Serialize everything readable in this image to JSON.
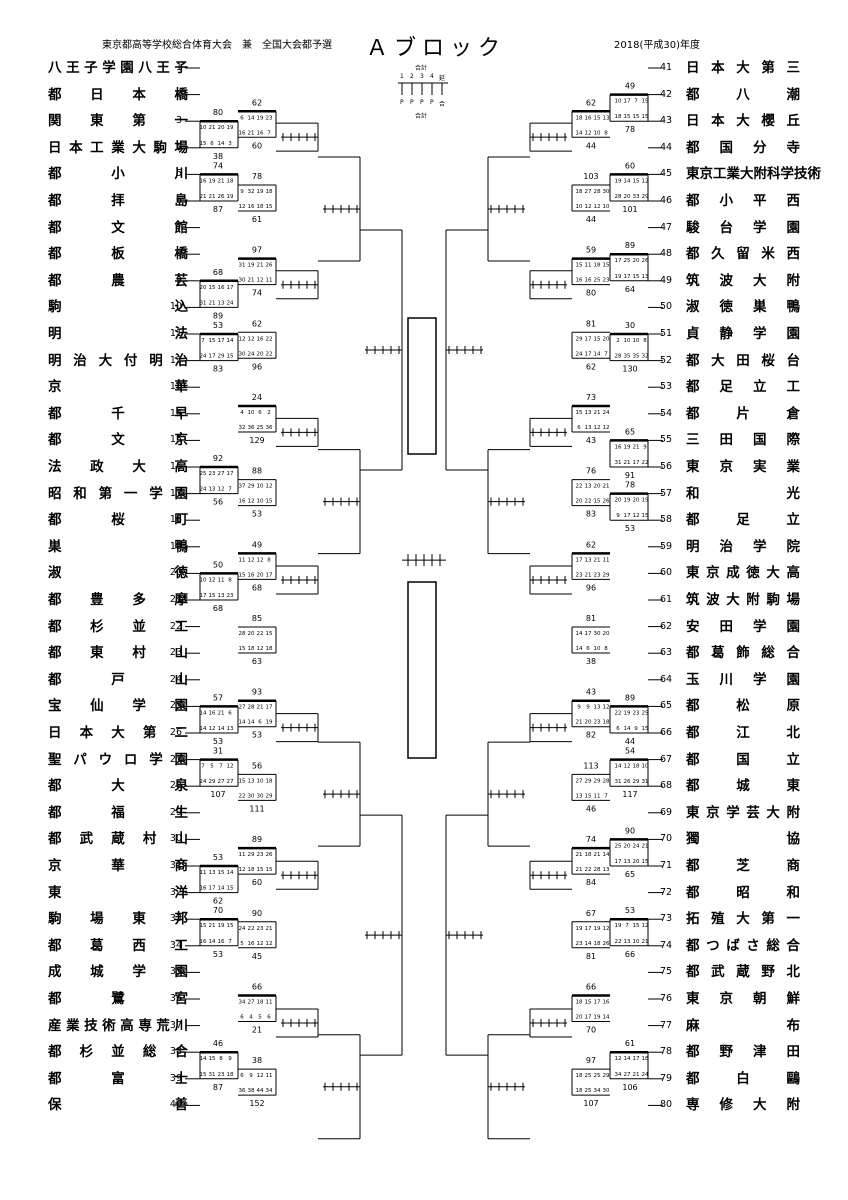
{
  "header": {
    "competition": "東京都高等学校総合体育大会　兼　全国大会都予選",
    "block_title": "Ａブロック",
    "season": "2018(平成30)年度"
  },
  "legend": {
    "numbers": [
      "1",
      "2",
      "3",
      "4",
      "延"
    ],
    "labels": [
      "P",
      "P",
      "P",
      "P",
      "合"
    ],
    "total_top": "合計",
    "total_bottom": "合計"
  },
  "left_teams": [
    {
      "seed": "1",
      "name": "八王子学園八王子"
    },
    {
      "seed": "2",
      "name": "都日本橋"
    },
    {
      "seed": "3",
      "name": "関東第一"
    },
    {
      "seed": "4",
      "name": "日本工業大駒場"
    },
    {
      "seed": "5",
      "name": "都小川"
    },
    {
      "seed": "6",
      "name": "都拝島"
    },
    {
      "seed": "7",
      "name": "都文館"
    },
    {
      "seed": "8",
      "name": "都板橋"
    },
    {
      "seed": "9",
      "name": "都農芸"
    },
    {
      "seed": "10",
      "name": "駒込"
    },
    {
      "seed": "11",
      "name": "明法"
    },
    {
      "seed": "12",
      "name": "明治大付明治"
    },
    {
      "seed": "13",
      "name": "京華"
    },
    {
      "seed": "14",
      "name": "都千早"
    },
    {
      "seed": "15",
      "name": "都文京"
    },
    {
      "seed": "16",
      "name": "法政大高"
    },
    {
      "seed": "17",
      "name": "昭和第一学園"
    },
    {
      "seed": "18",
      "name": "都桜町"
    },
    {
      "seed": "19",
      "name": "巣鴨"
    },
    {
      "seed": "20",
      "name": "淑徳"
    },
    {
      "seed": "21",
      "name": "都豊多摩"
    },
    {
      "seed": "22",
      "name": "都杉並工"
    },
    {
      "seed": "23",
      "name": "都東村山"
    },
    {
      "seed": "24",
      "name": "都戸山"
    },
    {
      "seed": "25",
      "name": "宝仙学園"
    },
    {
      "seed": "26",
      "name": "日本大第二"
    },
    {
      "seed": "27",
      "name": "聖パウロ学園"
    },
    {
      "seed": "28",
      "name": "都大泉"
    },
    {
      "seed": "29",
      "name": "都福生"
    },
    {
      "seed": "30",
      "name": "都武蔵村山"
    },
    {
      "seed": "31",
      "name": "京華商"
    },
    {
      "seed": "32",
      "name": "東洋"
    },
    {
      "seed": "33",
      "name": "駒場東邦"
    },
    {
      "seed": "34",
      "name": "都葛西工"
    },
    {
      "seed": "35",
      "name": "成城学園"
    },
    {
      "seed": "36",
      "name": "都鷺宮"
    },
    {
      "seed": "37",
      "name": "産業技術高専荒川"
    },
    {
      "seed": "38",
      "name": "都杉並総合"
    },
    {
      "seed": "39",
      "name": "都富士"
    },
    {
      "seed": "40",
      "name": "保善"
    }
  ],
  "right_teams": [
    {
      "seed": "41",
      "name": "日本大第三"
    },
    {
      "seed": "42",
      "name": "都八潮"
    },
    {
      "seed": "43",
      "name": "日本大櫻丘"
    },
    {
      "seed": "44",
      "name": "都国分寺"
    },
    {
      "seed": "45",
      "name": "東京工業大附科学技術"
    },
    {
      "seed": "46",
      "name": "都小平西"
    },
    {
      "seed": "47",
      "name": "駿台学園"
    },
    {
      "seed": "48",
      "name": "都久留米西"
    },
    {
      "seed": "49",
      "name": "筑波大附"
    },
    {
      "seed": "50",
      "name": "淑徳巣鴨"
    },
    {
      "seed": "51",
      "name": "貞静学園"
    },
    {
      "seed": "52",
      "name": "都大田桜台"
    },
    {
      "seed": "53",
      "name": "都足立工"
    },
    {
      "seed": "54",
      "name": "都片倉"
    },
    {
      "seed": "55",
      "name": "三田国際"
    },
    {
      "seed": "56",
      "name": "東京実業"
    },
    {
      "seed": "57",
      "name": "和光"
    },
    {
      "seed": "58",
      "name": "都足立"
    },
    {
      "seed": "59",
      "name": "明治学院"
    },
    {
      "seed": "60",
      "name": "東京成徳大高"
    },
    {
      "seed": "61",
      "name": "筑波大附駒場"
    },
    {
      "seed": "62",
      "name": "安田学園"
    },
    {
      "seed": "63",
      "name": "都葛飾総合"
    },
    {
      "seed": "64",
      "name": "玉川学園"
    },
    {
      "seed": "65",
      "name": "都松原"
    },
    {
      "seed": "66",
      "name": "都江北"
    },
    {
      "seed": "67",
      "name": "都国立"
    },
    {
      "seed": "68",
      "name": "都城東"
    },
    {
      "seed": "69",
      "name": "東京学芸大附"
    },
    {
      "seed": "70",
      "name": "獨協"
    },
    {
      "seed": "71",
      "name": "都芝商"
    },
    {
      "seed": "72",
      "name": "都昭和"
    },
    {
      "seed": "73",
      "name": "拓殖大第一"
    },
    {
      "seed": "74",
      "name": "都つばさ総合"
    },
    {
      "seed": "75",
      "name": "都武蔵野北"
    },
    {
      "seed": "76",
      "name": "東京朝鮮"
    },
    {
      "seed": "77",
      "name": "麻布"
    },
    {
      "seed": "78",
      "name": "都野津田"
    },
    {
      "seed": "79",
      "name": "都白鷗"
    },
    {
      "seed": "80",
      "name": "専修大附"
    }
  ],
  "left_scores": {
    "pre": [
      {
        "top": "80",
        "bottom": "38",
        "q_top": [
          "10",
          "21",
          "20",
          "19"
        ],
        "q_bottom": [
          "15",
          "6",
          "14",
          "3"
        ]
      },
      {
        "top": "74",
        "bottom": "87",
        "q_top": [
          "16",
          "19",
          "21",
          "18"
        ],
        "q_bottom": [
          "21",
          "21",
          "26",
          "19"
        ]
      },
      {
        "top": "68",
        "bottom": "89",
        "q_top": [
          "20",
          "15",
          "16",
          "17"
        ],
        "q_bottom": [
          "31",
          "21",
          "13",
          "24"
        ]
      },
      {
        "top": "53",
        "bottom": "83",
        "q_top": [
          "7",
          "15",
          "17",
          "14"
        ],
        "q_bottom": [
          "24",
          "17",
          "29",
          "15"
        ]
      },
      {
        "top": "92",
        "bottom": "56",
        "q_top": [
          "25",
          "23",
          "27",
          "17"
        ],
        "q_bottom": [
          "24",
          "13",
          "12",
          "7"
        ]
      },
      {
        "top": "50",
        "bottom": "68",
        "q_top": [
          "10",
          "12",
          "11",
          "8"
        ],
        "q_bottom": [
          "17",
          "15",
          "13",
          "23"
        ]
      },
      {
        "top": "57",
        "bottom": "53",
        "q_top": [
          "14",
          "16",
          "21",
          "6"
        ],
        "q_bottom": [
          "14",
          "12",
          "14",
          "13"
        ]
      },
      {
        "top": "31",
        "bottom": "107",
        "q_top": [
          "7",
          "5",
          "7",
          "12"
        ],
        "q_bottom": [
          "24",
          "29",
          "27",
          "27"
        ]
      },
      {
        "top": "53",
        "bottom": "62",
        "q_top": [
          "11",
          "13",
          "15",
          "14"
        ],
        "q_bottom": [
          "16",
          "17",
          "14",
          "15"
        ]
      },
      {
        "top": "70",
        "bottom": "53",
        "q_top": [
          "15",
          "21",
          "19",
          "15"
        ],
        "q_bottom": [
          "16",
          "14",
          "16",
          "7"
        ]
      },
      {
        "top": "46",
        "bottom": "87",
        "q_top": [
          "14",
          "15",
          "8",
          "9"
        ],
        "q_bottom": [
          "15",
          "31",
          "23",
          "18"
        ]
      }
    ],
    "r1": [
      {
        "top": "62",
        "bottom": "60",
        "q_top": [
          "6",
          "14",
          "19",
          "23"
        ],
        "q_bottom": [
          "16",
          "21",
          "16",
          "7"
        ]
      },
      {
        "top": "78",
        "bottom": "61",
        "q_top": [
          "9",
          "32",
          "19",
          "18"
        ],
        "q_bottom": [
          "12",
          "16",
          "18",
          "15"
        ]
      },
      {
        "top": "97",
        "bottom": "74",
        "q_top": [
          "31",
          "19",
          "21",
          "26"
        ],
        "q_bottom": [
          "30",
          "21",
          "12",
          "11"
        ]
      },
      {
        "top": "62",
        "bottom": "96",
        "q_top": [
          "12",
          "12",
          "16",
          "22"
        ],
        "q_bottom": [
          "30",
          "24",
          "20",
          "22"
        ]
      },
      {
        "top": "24",
        "bottom": "129",
        "q_top": [
          "4",
          "10",
          "6",
          "2"
        ],
        "q_bottom": [
          "32",
          "36",
          "25",
          "36"
        ]
      },
      {
        "top": "88",
        "bottom": "53",
        "q_top": [
          "37",
          "29",
          "10",
          "12"
        ],
        "q_bottom": [
          "16",
          "12",
          "10",
          "15"
        ]
      },
      {
        "top": "49",
        "bottom": "68",
        "q_top": [
          "11",
          "12",
          "12",
          "8"
        ],
        "q_bottom": [
          "15",
          "16",
          "20",
          "17"
        ]
      },
      {
        "top": "85",
        "bottom": "63",
        "q_top": [
          "28",
          "20",
          "22",
          "15"
        ],
        "q_bottom": [
          "15",
          "18",
          "12",
          "18"
        ]
      },
      {
        "top": "93",
        "bottom": "53",
        "q_top": [
          "27",
          "28",
          "21",
          "17"
        ],
        "q_bottom": [
          "14",
          "14",
          "6",
          "19"
        ]
      },
      {
        "top": "56",
        "bottom": "111",
        "q_top": [
          "15",
          "13",
          "10",
          "18"
        ],
        "q_bottom": [
          "22",
          "30",
          "30",
          "29"
        ]
      },
      {
        "top": "89",
        "bottom": "60",
        "q_top": [
          "11",
          "29",
          "23",
          "26"
        ],
        "q_bottom": [
          "12",
          "18",
          "15",
          "15"
        ]
      },
      {
        "top": "90",
        "bottom": "45",
        "q_top": [
          "24",
          "22",
          "23",
          "21"
        ],
        "q_bottom": [
          "5",
          "16",
          "12",
          "12"
        ]
      },
      {
        "top": "66",
        "bottom": "21",
        "q_top": [
          "34",
          "27",
          "18",
          "11"
        ],
        "q_bottom": [
          "6",
          "4",
          "5",
          "6"
        ]
      },
      {
        "top": "38",
        "bottom": "152",
        "q_top": [
          "6",
          "9",
          "12",
          "11"
        ],
        "q_bottom": [
          "36",
          "38",
          "44",
          "34"
        ]
      }
    ]
  },
  "right_scores": {
    "pre": [
      {
        "top": "49",
        "bottom": "78",
        "q_top": [
          "15",
          "7",
          "17",
          "10"
        ],
        "q_bottom": [
          "15",
          "15",
          "15",
          "18"
        ]
      },
      {
        "top": "60",
        "bottom": "101",
        "q_top": [
          "12",
          "15",
          "14",
          "19"
        ],
        "q_bottom": [
          "29",
          "33",
          "20",
          "28"
        ]
      },
      {
        "top": "89",
        "bottom": "64",
        "q_top": [
          "26",
          "20",
          "25",
          "17"
        ],
        "q_bottom": [
          "13",
          "15",
          "17",
          "19"
        ]
      },
      {
        "top": "30",
        "bottom": "130",
        "q_top": [
          "8",
          "10",
          "10",
          "2"
        ],
        "q_bottom": [
          "32",
          "35",
          "35",
          "28"
        ]
      },
      {
        "top": "65",
        "bottom": "91",
        "q_top": [
          "9",
          "21",
          "19",
          "16"
        ],
        "q_bottom": [
          "22",
          "17",
          "21",
          "31"
        ]
      },
      {
        "top": "78",
        "bottom": "53",
        "q_top": [
          "19",
          "20",
          "19",
          "20"
        ],
        "q_bottom": [
          "15",
          "12",
          "17",
          "9"
        ]
      },
      {
        "top": "89",
        "bottom": "44",
        "q_top": [
          "25",
          "23",
          "19",
          "22"
        ],
        "q_bottom": [
          "15",
          "9",
          "14",
          "6"
        ]
      },
      {
        "top": "54",
        "bottom": "117",
        "q_top": [
          "10",
          "18",
          "12",
          "14"
        ],
        "q_bottom": [
          "31",
          "29",
          "26",
          "31"
        ]
      },
      {
        "top": "90",
        "bottom": "65",
        "q_top": [
          "21",
          "24",
          "20",
          "25"
        ],
        "q_bottom": [
          "15",
          "20",
          "13",
          "17"
        ]
      },
      {
        "top": "53",
        "bottom": "66",
        "q_top": [
          "12",
          "15",
          "7",
          "19"
        ],
        "q_bottom": [
          "21",
          "10",
          "13",
          "22"
        ]
      },
      {
        "top": "61",
        "bottom": "106",
        "q_top": [
          "18",
          "17",
          "14",
          "12"
        ],
        "q_bottom": [
          "24",
          "21",
          "27",
          "34"
        ]
      }
    ],
    "r1": [
      {
        "top": "62",
        "bottom": "44",
        "q_top": [
          "13",
          "15",
          "16",
          "18"
        ],
        "q_bottom": [
          "8",
          "10",
          "12",
          "14"
        ]
      },
      {
        "top": "103",
        "bottom": "44",
        "q_top": [
          "30",
          "28",
          "27",
          "18"
        ],
        "q_bottom": [
          "10",
          "12",
          "12",
          "10"
        ]
      },
      {
        "top": "59",
        "bottom": "80",
        "q_top": [
          "15",
          "18",
          "11",
          "15"
        ],
        "q_bottom": [
          "23",
          "25",
          "16",
          "16"
        ]
      },
      {
        "top": "81",
        "bottom": "62",
        "q_top": [
          "20",
          "15",
          "17",
          "29"
        ],
        "q_bottom": [
          "7",
          "14",
          "17",
          "24"
        ]
      },
      {
        "top": "73",
        "bottom": "43",
        "q_top": [
          "24",
          "21",
          "13",
          "15"
        ],
        "q_bottom": [
          "12",
          "12",
          "13",
          "6"
        ]
      },
      {
        "top": "76",
        "bottom": "83",
        "q_top": [
          "21",
          "20",
          "13",
          "22"
        ],
        "q_bottom": [
          "26",
          "15",
          "22",
          "20"
        ]
      },
      {
        "top": "62",
        "bottom": "96",
        "q_top": [
          "11",
          "21",
          "13",
          "17"
        ],
        "q_bottom": [
          "29",
          "23",
          "21",
          "23"
        ]
      },
      {
        "top": "81",
        "bottom": "38",
        "q_top": [
          "20",
          "30",
          "17",
          "14"
        ],
        "q_bottom": [
          "8",
          "10",
          "6",
          "14"
        ]
      },
      {
        "top": "43",
        "bottom": "82",
        "q_top": [
          "12",
          "13",
          "9",
          "9"
        ],
        "q_bottom": [
          "18",
          "23",
          "20",
          "21"
        ]
      },
      {
        "top": "113",
        "bottom": "46",
        "q_top": [
          "28",
          "29",
          "29",
          "27"
        ],
        "q_bottom": [
          "7",
          "11",
          "15",
          "13"
        ]
      },
      {
        "top": "74",
        "bottom": "84",
        "q_top": [
          "14",
          "21",
          "18",
          "21"
        ],
        "q_bottom": [
          "13",
          "28",
          "22",
          "21"
        ]
      },
      {
        "top": "67",
        "bottom": "81",
        "q_top": [
          "12",
          "19",
          "17",
          "19"
        ],
        "q_bottom": [
          "26",
          "18",
          "14",
          "23"
        ]
      },
      {
        "top": "66",
        "bottom": "70",
        "q_top": [
          "16",
          "17",
          "15",
          "18"
        ],
        "q_bottom": [
          "14",
          "19",
          "17",
          "20"
        ]
      },
      {
        "top": "97",
        "bottom": "107",
        "q_top": [
          "29",
          "25",
          "25",
          "18"
        ],
        "q_bottom": [
          "30",
          "34",
          "25",
          "18"
        ]
      }
    ]
  }
}
